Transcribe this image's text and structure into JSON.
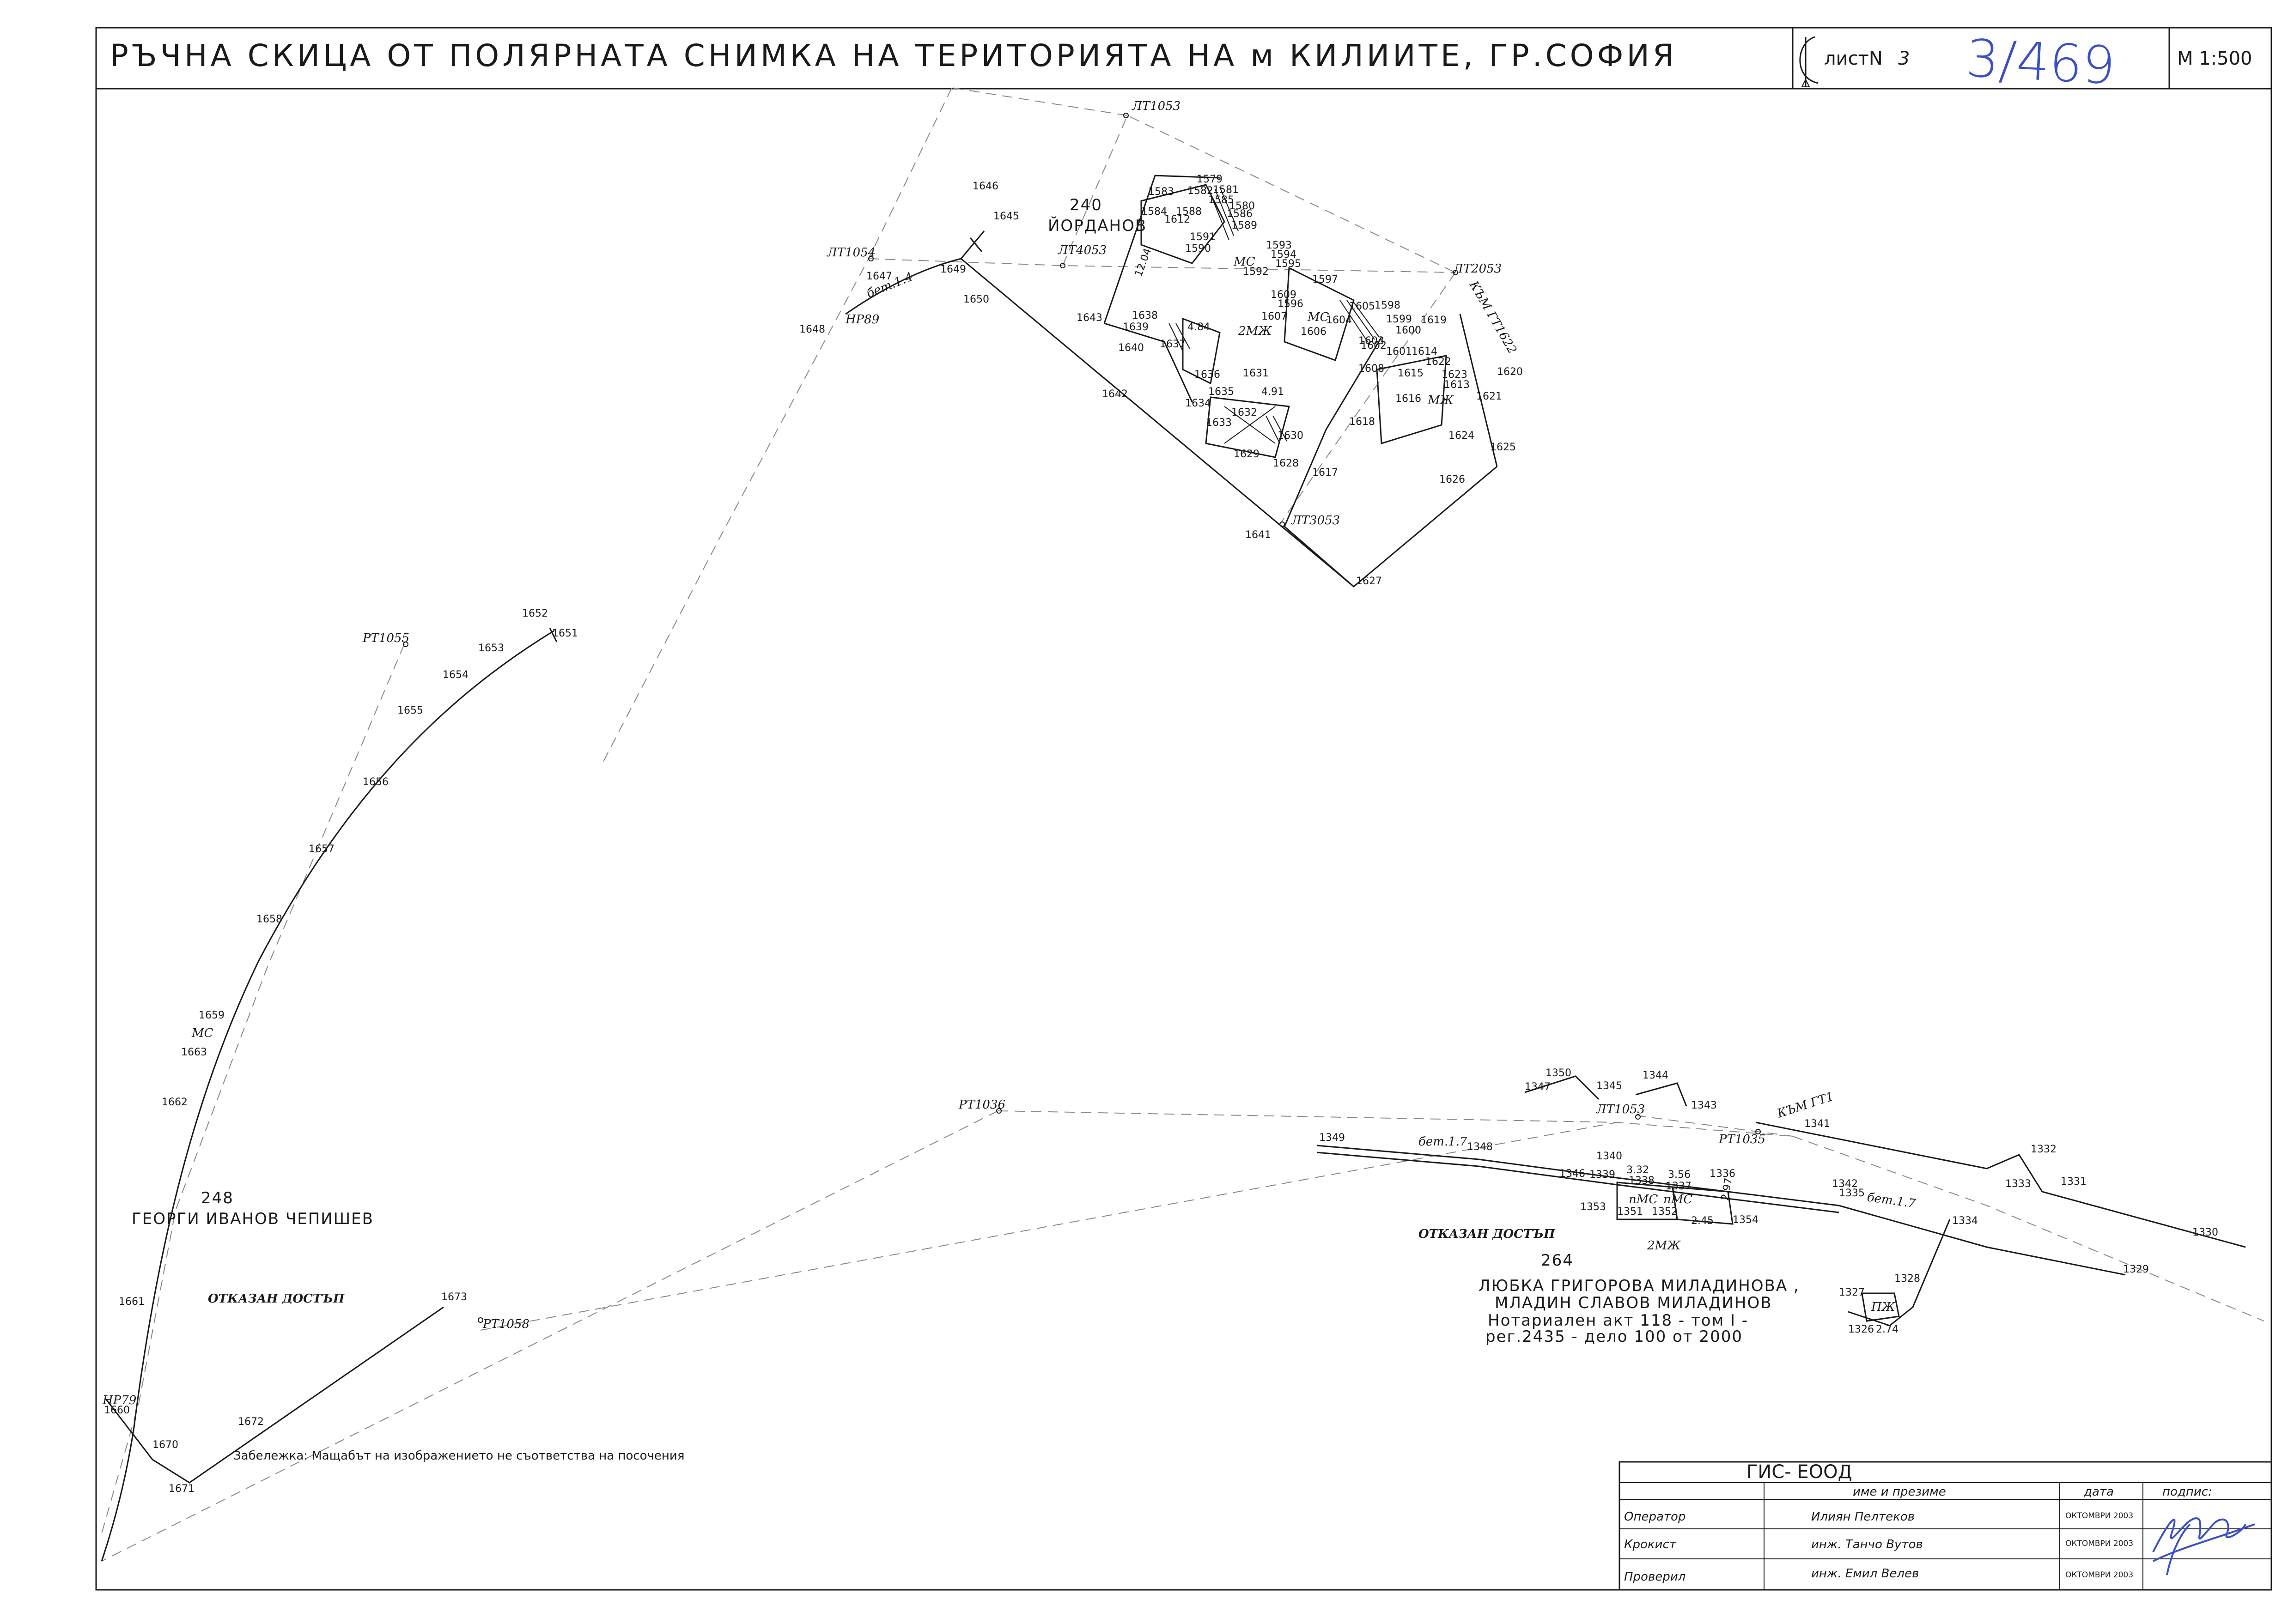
{
  "header": {
    "title": "РЪЧНА СКИЦА ОТ ПОЛЯРНАТА СНИМКА НА ТЕРИТОРИЯТА НА м КИЛИИТЕ, ГР.СОФИЯ",
    "sheet_label": "листN",
    "sheet_number": "3",
    "handwritten_number": "3/469",
    "scale": "М 1:500"
  },
  "parcels": {
    "p240": {
      "number": "240",
      "owner": "ЙОРДАНОВ"
    },
    "p248": {
      "number": "248",
      "owner": "ГЕОРГИ ИВАНОВ ЧЕПИШЕВ",
      "status": "ОТКАЗАН ДОСТЪП"
    },
    "p264": {
      "number": "264",
      "status": "ОТКАЗАН ДОСТЪП",
      "owners_line1": "ЛЮБКА ГРИГОРОВА МИЛАДИНОВА ,",
      "owners_line2": "МЛАДИН СЛАВОВ МИЛАДИНОВ",
      "deed_line1": "Нотариален акт 118 - том I -",
      "deed_line2": "рег.2435 - дело 100 от 2000"
    }
  },
  "stations": {
    "lt1053_top": "ЛТ1053",
    "lt1054": "ЛТ1054",
    "lt4053": "ЛТ4053",
    "lt2053": "ЛТ2053",
    "lt3053": "ЛТ3053",
    "rt1055": "РТ1055",
    "rt1036": "РТ1036",
    "rt1058": "РТ1058",
    "lt1053_bottom": "ЛТ1053",
    "rt1035": "РТ1035",
    "hp89": "НР89",
    "hp79": "НР79"
  },
  "building_codes": {
    "ms_a": "МС",
    "ms_b": "МС",
    "ms_c": "МС",
    "two_mzh_a": "2МЖ",
    "mzh": "МЖ",
    "pms_a": "пМС",
    "pms_b": "пМС",
    "two_mzh_b": "2МЖ",
    "pzh": "ПЖ"
  },
  "annotations": {
    "kam_gt1622": "КЪМ ГТ1622",
    "kam_gt1": "КЪМ ГТ1",
    "wall_a": "бет.1.4",
    "wall_b": "бет.1.7",
    "wall_c": "бет.1.7",
    "note": "Забележка: Мащабът на изображението не съответства на посочения",
    "dim_1204": "12.04",
    "dim_332": "3.32",
    "dim_356": "3.56",
    "dim_297": "2.97",
    "dim_245": "2.45",
    "dim_274": "2.74",
    "dim_484": "4.84",
    "dim_491": "4.91"
  },
  "points": {
    "p1579": "1579",
    "p1580": "1580",
    "p1581": "1581",
    "p1582": "1582",
    "p1583": "1583",
    "p1584": "1584",
    "p1585": "1585",
    "p1586": "1586",
    "p1588": "1588",
    "p1589": "1589",
    "p1591": "1591",
    "p1590": "1590",
    "p1592": "1592",
    "p1593": "1593",
    "p1594": "1594",
    "p1595": "1595",
    "p1596": "1596",
    "p1597": "1597",
    "p1598": "1598",
    "p1599": "1599",
    "p1600": "1600",
    "p1601": "1601",
    "p1602": "1602",
    "p1603": "1603",
    "p1604": "1604",
    "p1605": "1605",
    "p1606": "1606",
    "p1607": "1607",
    "p1608": "1608",
    "p1609": "1609",
    "p1612": "1612",
    "p1613": "1613",
    "p1614": "1614",
    "p1615": "1615",
    "p1616": "1616",
    "p1617": "1617",
    "p1618": "1618",
    "p1619": "1619",
    "p1620": "1620",
    "p1621": "1621",
    "p1622": "1622",
    "p1623": "1623",
    "p1624": "1624",
    "p1625": "1625",
    "p1626": "1626",
    "p1627": "1627",
    "p1628": "1628",
    "p1629": "1629",
    "p1630": "1630",
    "p1631": "1631",
    "p1632": "1632",
    "p1633": "1633",
    "p1634": "1634",
    "p1635": "1635",
    "p1636": "1636",
    "p1637": "1637",
    "p1638": "1638",
    "p1639": "1639",
    "p1640": "1640",
    "p1641": "1641",
    "p1642": "1642",
    "p1643": "1643",
    "p1645": "1645",
    "p1646": "1646",
    "p1647": "1647",
    "p1648": "1648",
    "p1649": "1649",
    "p1650": "1650",
    "p1651": "1651",
    "p1652": "1652",
    "p1653": "1653",
    "p1654": "1654",
    "p1655": "1655",
    "p1656": "1656",
    "p1657": "1657",
    "p1658": "1658",
    "p1659": "1659",
    "p1660": "1660",
    "p1661": "1661",
    "p1662": "1662",
    "p1663": "1663",
    "p1670": "1670",
    "p1671": "1671",
    "p1672": "1672",
    "p1673": "1673",
    "p1326": "1326",
    "p1327": "1327",
    "p1328": "1328",
    "p1329": "1329",
    "p1330": "1330",
    "p1331": "1331",
    "p1332": "1332",
    "p1333": "1333",
    "p1334": "1334",
    "p1335": "1335",
    "p1336": "1336",
    "p1337": "1337",
    "p1338": "1338",
    "p1339": "1339",
    "p1340": "1340",
    "p1341": "1341",
    "p1342": "1342",
    "p1343": "1343",
    "p1344": "1344",
    "p1345": "1345",
    "p1346": "1346",
    "p1347": "1347",
    "p1348": "1348",
    "p1349": "1349",
    "p1350": "1350",
    "p1351": "1351",
    "p1352": "1352",
    "p1353": "1353",
    "p1354": "1354"
  },
  "titleblock": {
    "company": "ГИС- ЕООД",
    "col_name": "име и презиме",
    "col_date": "дата",
    "col_sign": "подпис:",
    "rows": [
      {
        "role": "Оператор",
        "name": "Илиян Пелтеков",
        "date": "ОКТОМВРИ 2003"
      },
      {
        "role": "Крокист",
        "name": "инж. Танчо Вутов",
        "date": "ОКТОМВРИ 2003"
      },
      {
        "role": "Проверил",
        "name": "инж. Емил Велев",
        "date": "ОКТОМВРИ 2003"
      }
    ]
  },
  "colors": {
    "ink": "#1a1a1a",
    "pen": "#3b4fc4",
    "dashed": "#888888"
  }
}
